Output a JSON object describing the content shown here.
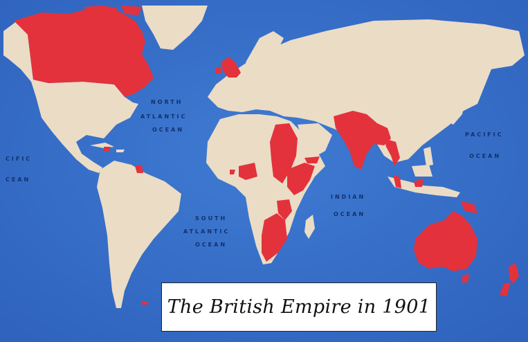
{
  "map": {
    "caption": "The British Empire in 1901",
    "ocean_labels": {
      "north_atlantic_1": "NORTH",
      "north_atlantic_2": "ATLANTIC",
      "north_atlantic_3": "OCEAN",
      "south_atlantic_1": "SOUTH",
      "south_atlantic_2": "ATLANTIC",
      "south_atlantic_3": "OCEAN",
      "indian_1": "INDIAN",
      "indian_2": "OCEAN",
      "pacific_east_1": "PACIFIC",
      "pacific_east_2": "OCEAN",
      "pacific_west_1": "CIFIC",
      "pacific_west_2": "CEAN"
    },
    "colors": {
      "ocean": "#3f78cf",
      "land": "#ebdcc6",
      "empire": "#e3323c",
      "caption_bg": "#ffffff"
    }
  }
}
